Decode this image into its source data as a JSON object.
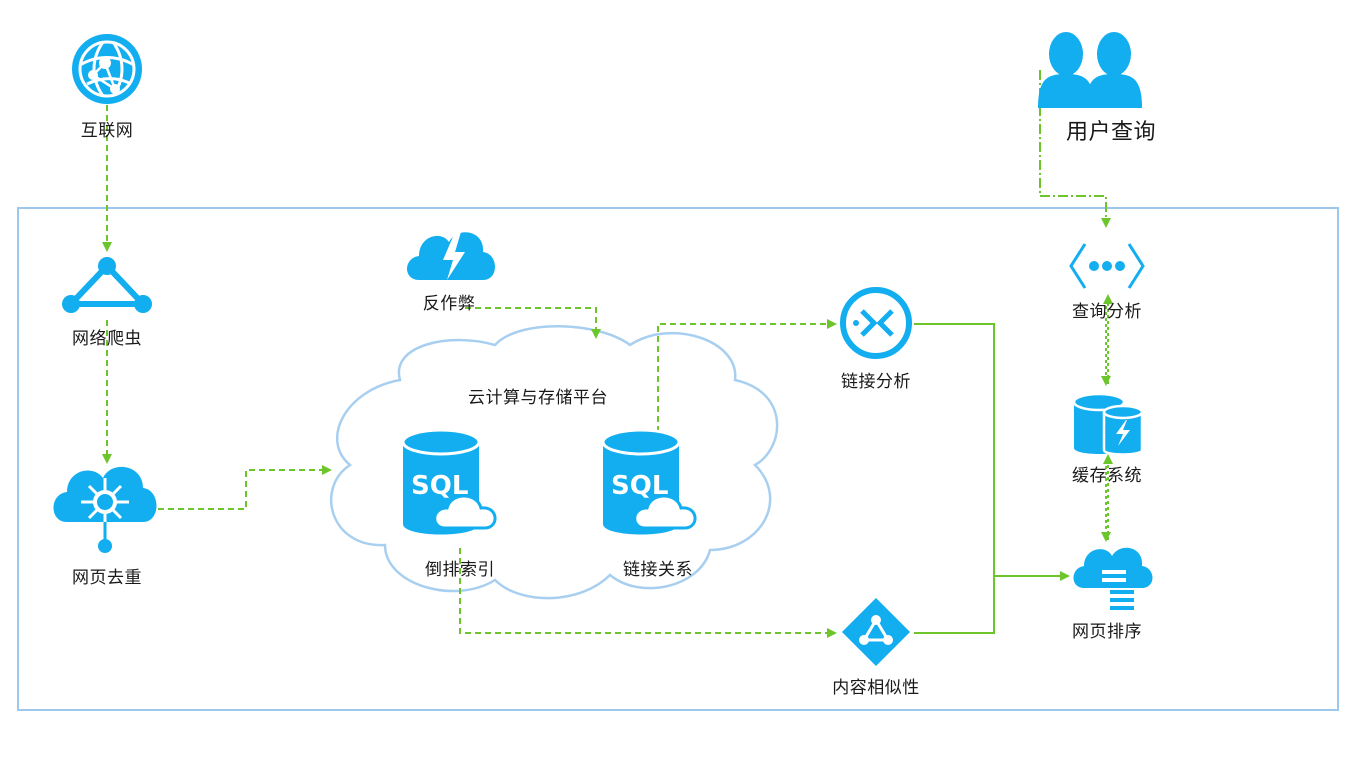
{
  "colors": {
    "icon_blue": "#12AEEF",
    "frame_blue": "#9CC8EE",
    "cloud_outline": "#A9CFF0",
    "arrow_green": "#6CC52A"
  },
  "nodes": {
    "internet": {
      "label": "互联网",
      "icon": "globe-network-icon"
    },
    "crawler": {
      "label": "网络爬虫",
      "icon": "triangle-network-icon"
    },
    "dedup": {
      "label": "网页去重",
      "icon": "cloud-hub-icon"
    },
    "anticheat": {
      "label": "反作弊",
      "icon": "cloud-lightning-icon"
    },
    "cloud_platform": {
      "label": "云计算与存储平台"
    },
    "inverted_index": {
      "label": "倒排索引",
      "icon": "sql-database-icon",
      "db_text": "SQL"
    },
    "link_relation": {
      "label": "链接关系",
      "icon": "sql-database-icon",
      "db_text": "SQL"
    },
    "link_analysis": {
      "label": "链接分析",
      "icon": "link-circle-icon"
    },
    "content_sim": {
      "label": "内容相似性",
      "icon": "diamond-network-icon"
    },
    "user_query": {
      "label": "用户查询",
      "icon": "users-icon"
    },
    "query_analysis": {
      "label": "查询分析",
      "icon": "code-dots-icon"
    },
    "cache": {
      "label": "缓存系统",
      "icon": "cache-database-icon"
    },
    "ranking": {
      "label": "网页排序",
      "icon": "cloud-list-icon"
    }
  }
}
